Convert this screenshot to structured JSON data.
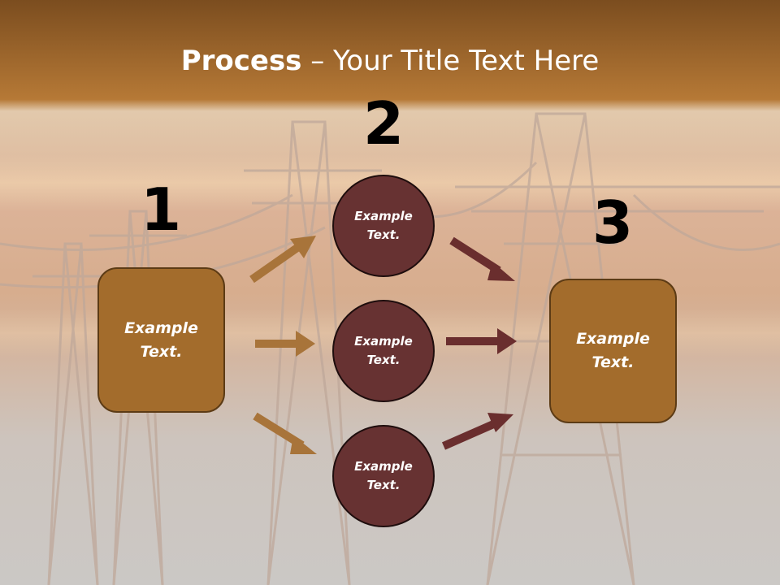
{
  "title": {
    "bold": "Process",
    "rest": " – Your Title Text Here"
  },
  "steps": {
    "one": "1",
    "two": "2",
    "three": "3"
  },
  "nodes": {
    "start_box": "Example Text.",
    "top_circle": "Example Text.",
    "middle_circle": "Example Text.",
    "bottom_circle": "Example Text.",
    "end_box": "Example Text."
  },
  "colors": {
    "header_top": "#7a4c1f",
    "header_bottom": "#b97a36",
    "box_fill": "#a36c2c",
    "circle_fill": "#673232",
    "arrow_left": "#a8743a",
    "arrow_right": "#6a2e2e"
  }
}
